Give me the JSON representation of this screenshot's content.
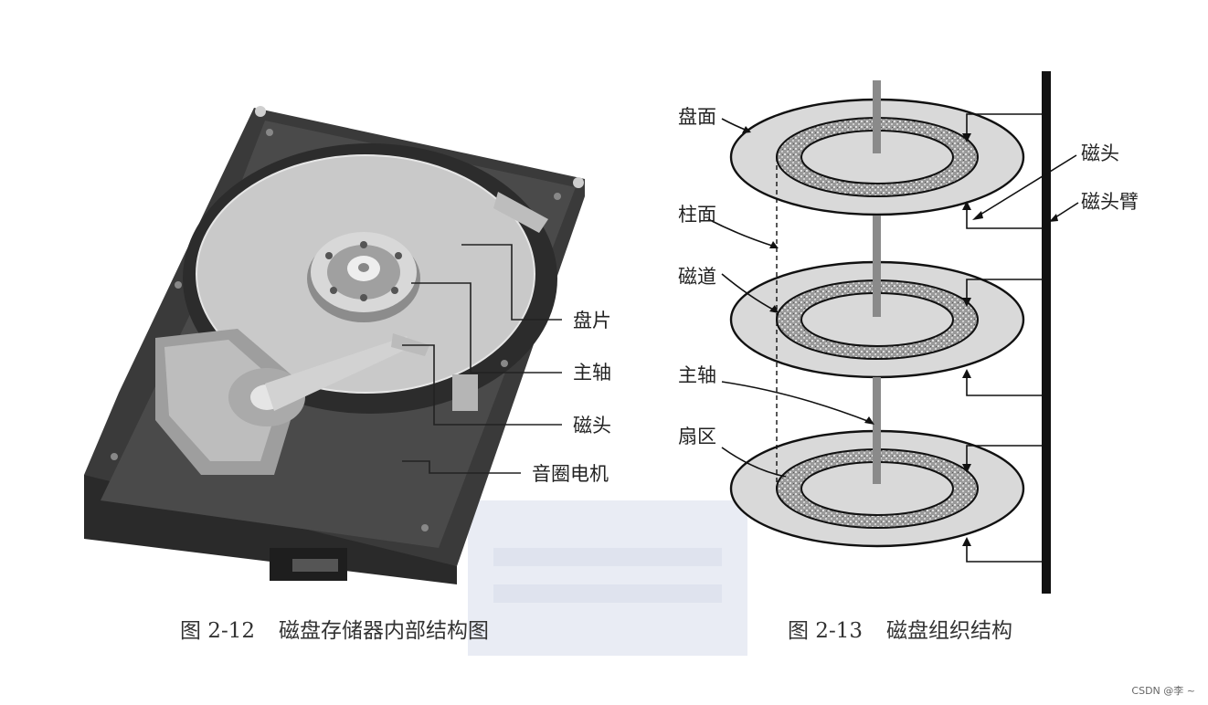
{
  "left_figure": {
    "labels": [
      "盘片",
      "主轴",
      "磁头",
      "音圈电机"
    ],
    "caption_number": "图 2-12",
    "caption_text": "磁盘存储器内部结构图"
  },
  "right_figure": {
    "left_labels": [
      "盘面",
      "柱面",
      "磁道",
      "主轴",
      "扇区"
    ],
    "right_labels": [
      "磁头",
      "磁头臂"
    ],
    "caption_number": "图 2-13",
    "caption_text": "磁盘组织结构"
  },
  "watermark": "CSDN @李  ~"
}
